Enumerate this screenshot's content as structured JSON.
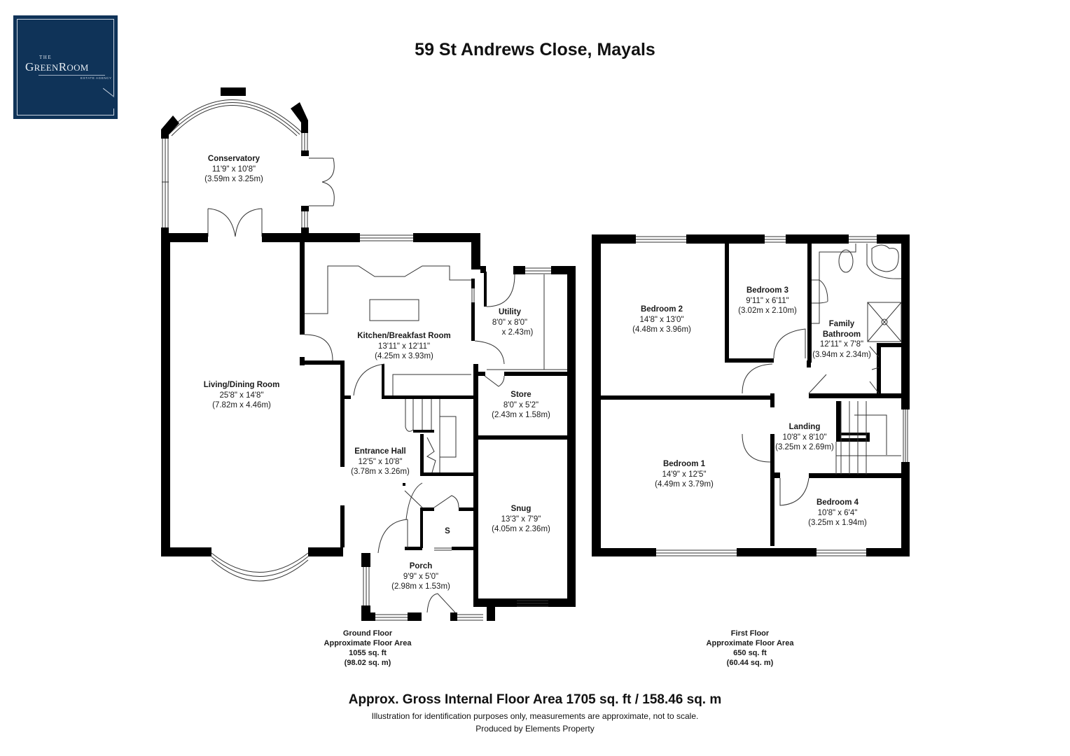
{
  "brand": {
    "the": "THE",
    "name_first": "G",
    "name_rest1": "REEN",
    "name_mid": "R",
    "name_rest2": "OOM",
    "subtitle": "ESTATE AGENCY",
    "background_color": "#0f3358"
  },
  "title": "59 St Andrews Close, Mayals",
  "ground_floor": {
    "rooms": [
      {
        "name": "Conservatory",
        "imperial": "11'9\" x 10'8\"",
        "metric": "(3.59m x 3.25m)"
      },
      {
        "name": "Kitchen/Breakfast Room",
        "imperial": "13'11\" x 12'11\"",
        "metric": "(4.25m x 3.93m)"
      },
      {
        "name": "Utility",
        "imperial": "8'0\" x 8'0\"",
        "metric": "x 2.43m)"
      },
      {
        "name": "Living/Dining Room",
        "imperial": "25'8\" x 14'8\"",
        "metric": "(7.82m x 4.46m)"
      },
      {
        "name": "Store",
        "imperial": "8'0\" x 5'2\"",
        "metric": "(2.43m x 1.58m)"
      },
      {
        "name": "Entrance Hall",
        "imperial": "12'5\" x 10'8\"",
        "metric": "(3.78m x 3.26m)"
      },
      {
        "name": "Snug",
        "imperial": "13'3\" x 7'9\"",
        "metric": "(4.05m x 2.36m)"
      },
      {
        "name": "S",
        "imperial": "",
        "metric": ""
      },
      {
        "name": "Porch",
        "imperial": "9'9\" x 5'0\"",
        "metric": "(2.98m x 1.53m)"
      }
    ],
    "caption": {
      "line1": "Ground Floor",
      "line2": "Approximate Floor Area",
      "line3": "1055 sq. ft",
      "line4": "(98.02 sq. m)"
    }
  },
  "first_floor": {
    "rooms": [
      {
        "name": "Bedroom 2",
        "imperial": "14'8\" x 13'0\"",
        "metric": "(4.48m x 3.96m)"
      },
      {
        "name": "Bedroom 3",
        "imperial": "9'11\" x 6'11\"",
        "metric": "(3.02m x 2.10m)"
      },
      {
        "name": "Family",
        "name2": "Bathroom",
        "imperial": "12'11\" x 7'8\"",
        "metric": "(3.94m x 2.34m)"
      },
      {
        "name": "Landing",
        "imperial": "10'8\" x 8'10\"",
        "metric": "(3.25m x 2.69m)"
      },
      {
        "name": "Bedroom 1",
        "imperial": "14'9\" x 12'5\"",
        "metric": "(4.49m x 3.79m)"
      },
      {
        "name": "Bedroom 4",
        "imperial": "10'8\" x 6'4\"",
        "metric": "(3.25m x 1.94m)"
      }
    ],
    "caption": {
      "line1": "First Floor",
      "line2": "Approximate Floor Area",
      "line3": "650 sq. ft",
      "line4": "(60.44 sq. m)"
    }
  },
  "footer": {
    "gross_area": "Approx. Gross Internal Floor Area 1705 sq. ft / 158.46 sq. m",
    "disclaimer": "Illustration for identification purposes only, measurements are approximate, not to scale.",
    "producer": "Produced by Elements Property"
  }
}
